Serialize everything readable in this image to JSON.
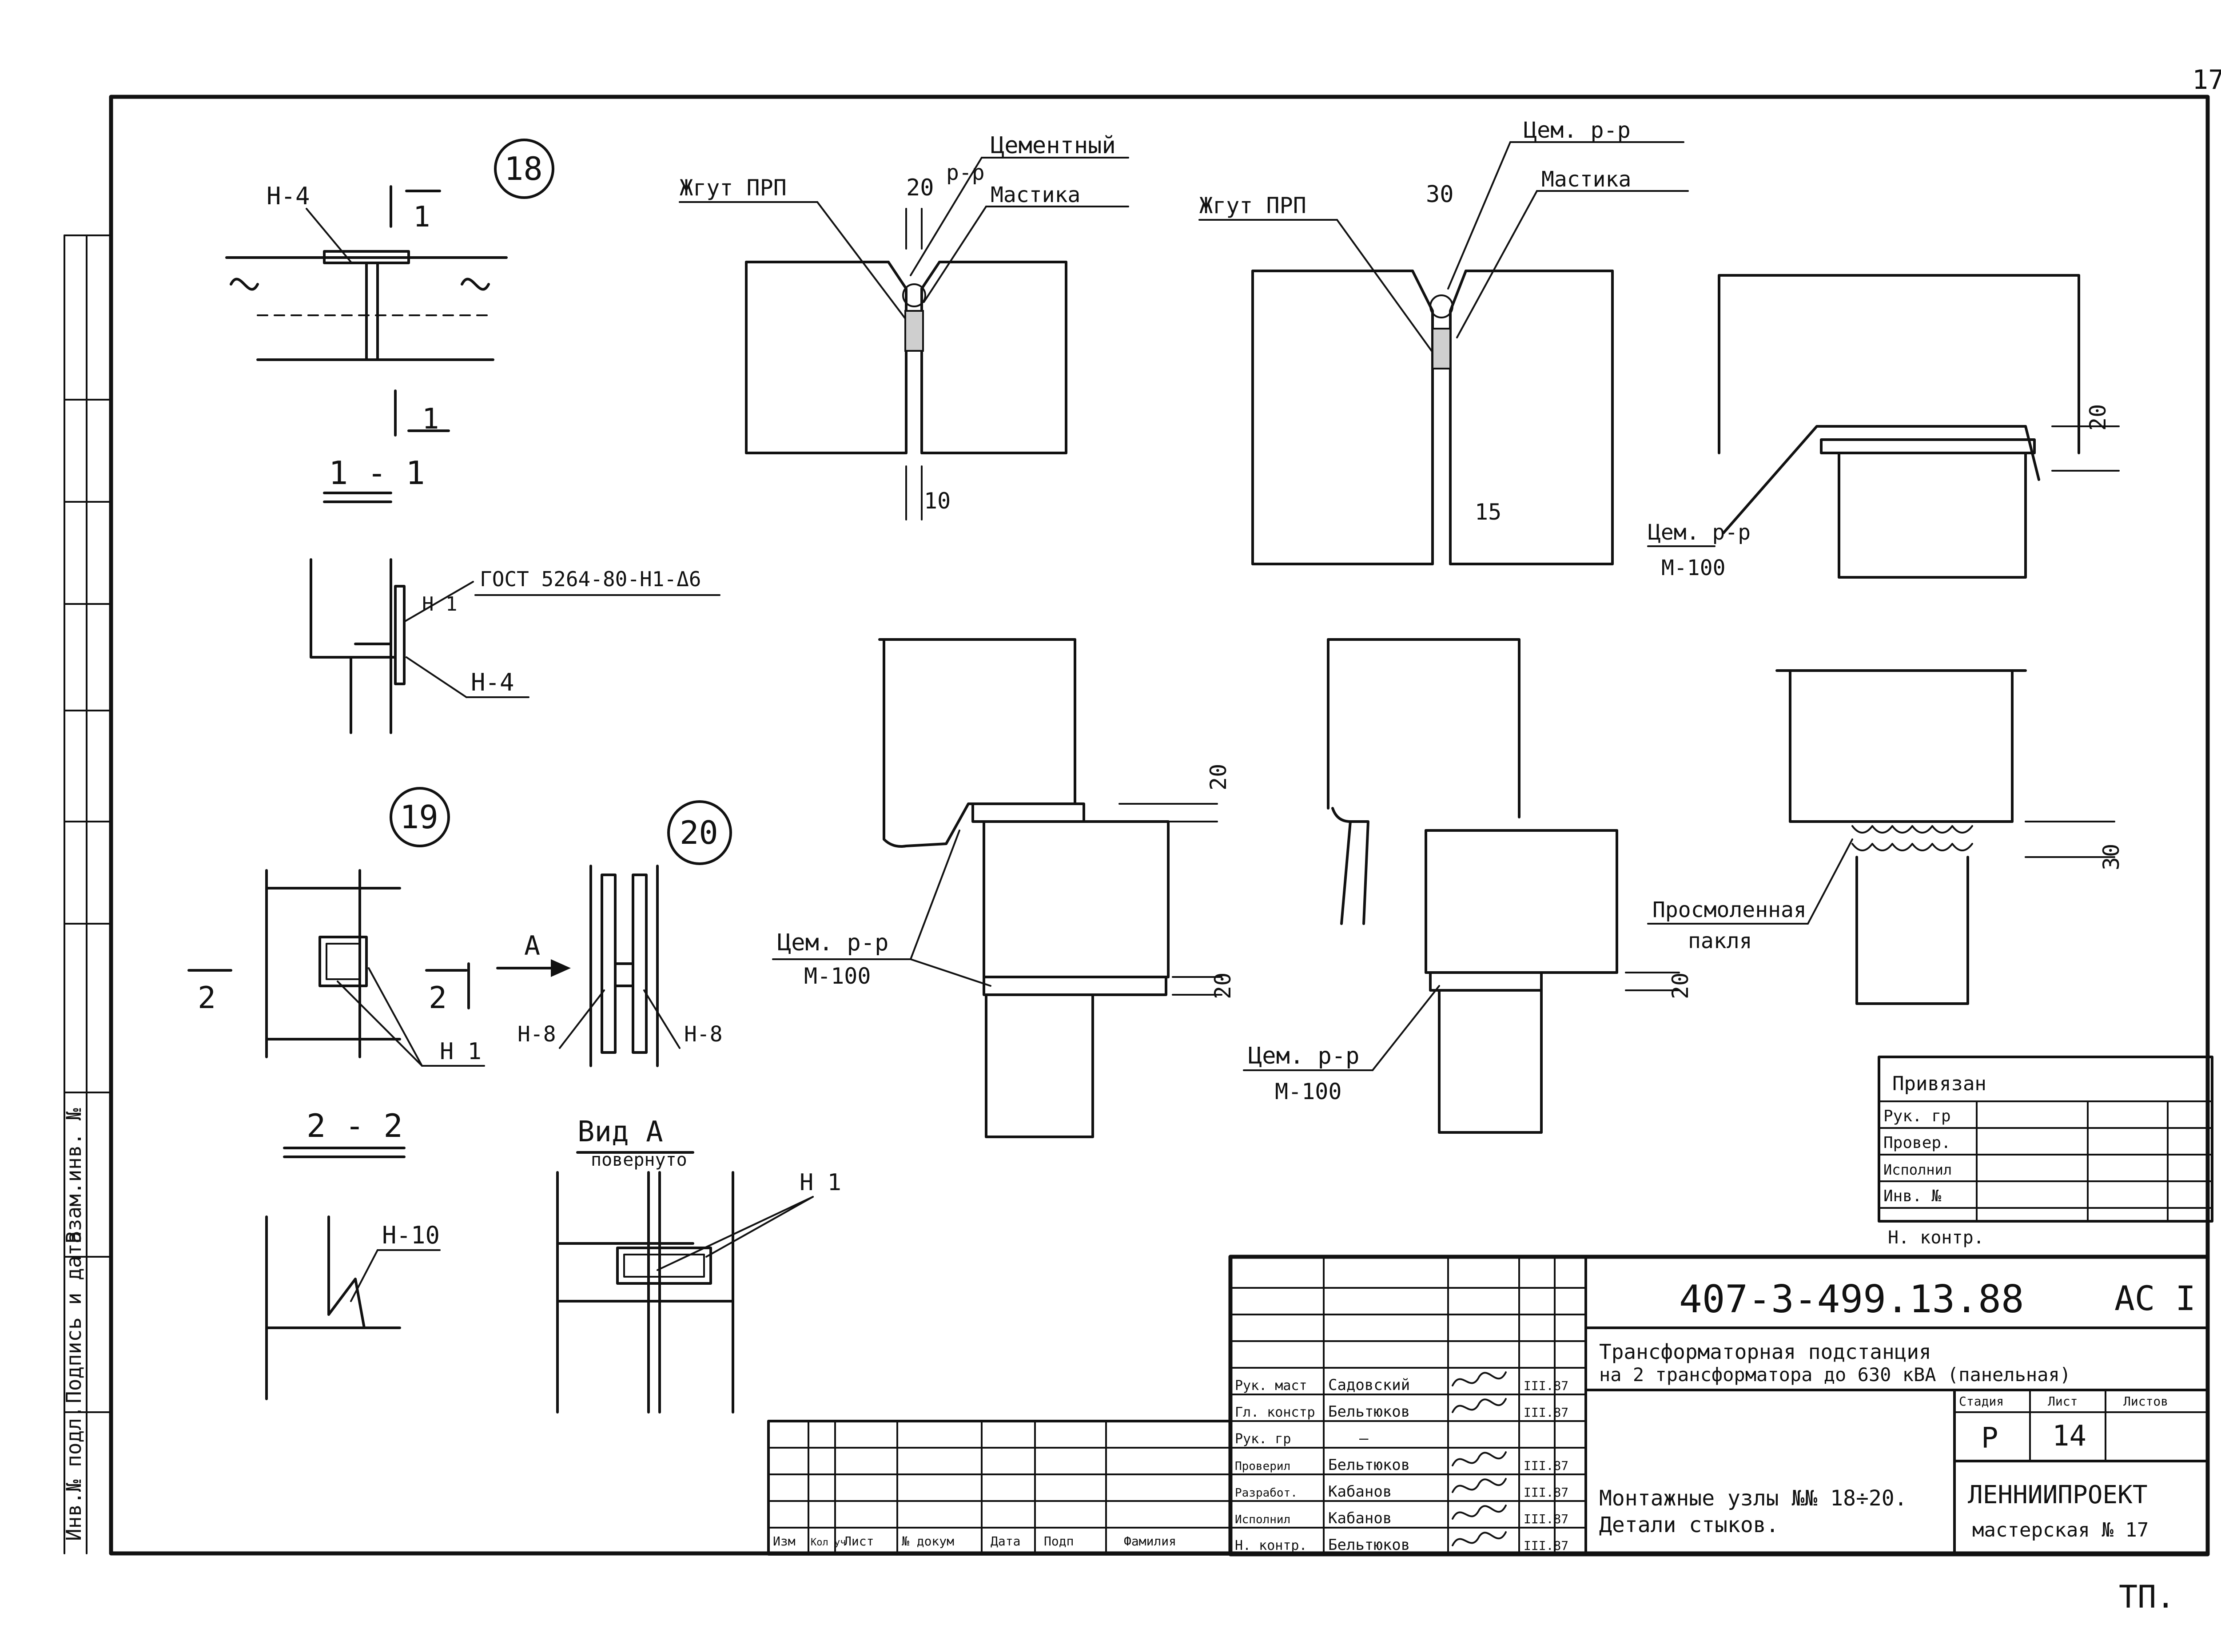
{
  "sheet_number": "17",
  "footer_mark": "ТП.",
  "detail_numbers": [
    "18",
    "19",
    "20"
  ],
  "labels": {
    "n4_top": "Н-4",
    "section_1": "1",
    "section_1_1": "1 - 1",
    "gost_note": "ГОСТ 5264-80-Н1-Δ6",
    "n1": "Н 1",
    "n4": "Н-4",
    "cement_title_a": "Цементный",
    "cement_title_b": "р-р",
    "mastic": "Мастика",
    "zhgut": "Жгут ПРП",
    "dim_20": "20",
    "dim_10": "10",
    "cem_rr": "Цем. р-р",
    "mastika2": "Мастика",
    "dim_30": "30",
    "dim_15": "15",
    "cem_rr_m100": "Цем. р-р",
    "m100": "М-100",
    "sect_2": "2",
    "sect_2_2": "2 - 2",
    "arrow_a": "А",
    "n8_left": "Н-8",
    "n8_right": "Н-8",
    "n10": "Н-10",
    "view_a": "Вид А",
    "rotated": "повернуто",
    "proso": "Просмоленная",
    "paklya": "пакля"
  },
  "side_stamp": [
    "Взам.инв. №",
    "Подпись и дата",
    "Инв.№ подл."
  ],
  "approval_box": {
    "title": "Привязан",
    "rows": [
      "Рук. гр",
      "Провер.",
      "Исполнил",
      "Инв. №"
    ],
    "footer": "Н. контр."
  },
  "title_block": {
    "code": "407-3-499.13.88",
    "mark": "АС I",
    "project_line1": "Трансформаторная подстанция",
    "project_line2": "на 2 трансформатора до 630 кВА (панельная)",
    "sheet_title_line1": "Монтажные узлы №№ 18÷20.",
    "sheet_title_line2": "Детали стыков.",
    "stage_header": "Стадия",
    "sheet_header": "Лист",
    "sheets_header": "Листов",
    "stage": "Р",
    "sheet": "14",
    "org_line1": "ЛЕННИИПРОЕКТ",
    "org_line2": "мастерская № 17",
    "roles": [
      "Рук. маст",
      "Гл. констр",
      "Рук. гр",
      "Проверил",
      "Разработ.",
      "Исполнил",
      "Н. контр."
    ],
    "names": [
      "Садовский",
      "Бельтюков",
      "—",
      "Бельтюков",
      "Кабанов",
      "Кабанов",
      "Бельтюков"
    ],
    "dates": [
      "III.87",
      "III.87",
      "",
      "III.87",
      "III.87",
      "III.87",
      "III.87"
    ],
    "rev_headers": [
      "Изм",
      "Кол уч",
      "Лист",
      "№ докум",
      "Дата",
      "Подп",
      "Фамилия"
    ]
  }
}
